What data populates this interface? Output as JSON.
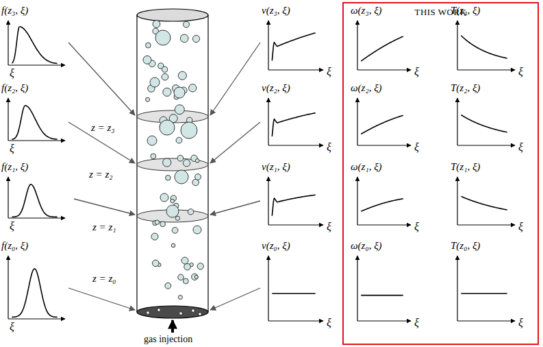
{
  "diagram": {
    "nodes": [
      {
        "text": [
          "THIS WORK"
        ]
      }
    ],
    "labels": [
      "f(z₃, ξ)",
      "ξ",
      "f(z₂, ξ)",
      "ξ",
      "f(z₁, ξ)",
      "ξ",
      "f(z₀, ξ)",
      "ξ",
      "z = z₃",
      "z = z₂",
      "z = z₁",
      "z = z₀",
      "gas injection",
      "v(z₃, ξ)",
      "ξ",
      "v(z₂, ξ)",
      "ξ",
      "v(z₁, ξ)",
      "ξ",
      "v(z₀, ξ)",
      "ξ",
      "ω(z₃, ξ)",
      "ξ",
      "ω(z₂, ξ)",
      "ξ",
      "ω(z₁, ξ)",
      "ξ",
      "ω(z₀, ξ)",
      "ξ",
      "T(z₃, ξ)",
      "ξ",
      "T(z₂, ξ)",
      "ξ",
      "T(z₁, ξ)",
      "ξ",
      "T(z₀, ξ)",
      "ξ"
    ]
  }
}
